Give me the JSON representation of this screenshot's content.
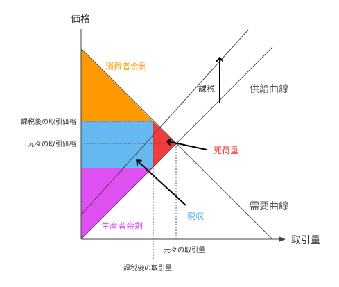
{
  "axes": {
    "y_label": "価格",
    "x_label": "取引量"
  },
  "regions": {
    "consumer_surplus": "消費者余剰",
    "producer_surplus": "生産者余剰",
    "tax_revenue": "税収",
    "deadweight_loss": "死荷重"
  },
  "curves": {
    "supply": "供給曲線",
    "demand": "需要曲線"
  },
  "annotations": {
    "tax": "課税"
  },
  "price_marks": {
    "taxed_price": "課税後の取引価格",
    "original_price": "元々の取引価格"
  },
  "quantity_marks": {
    "original_quantity": "元々の取引量",
    "taxed_quantity": "課税後の取引量"
  },
  "colors": {
    "consumer_surplus": "#ff9900",
    "tax_revenue": "#66b8f0",
    "producer_surplus": "#e04ff2",
    "deadweight_loss": "#f03c3c",
    "tax_revenue_label": "#4aa8ea",
    "consumer_label": "#f5a11b",
    "producer_label": "#dd4ff0",
    "deadweight_label": "#e83434",
    "lines": "#444444",
    "text": "#333333"
  }
}
